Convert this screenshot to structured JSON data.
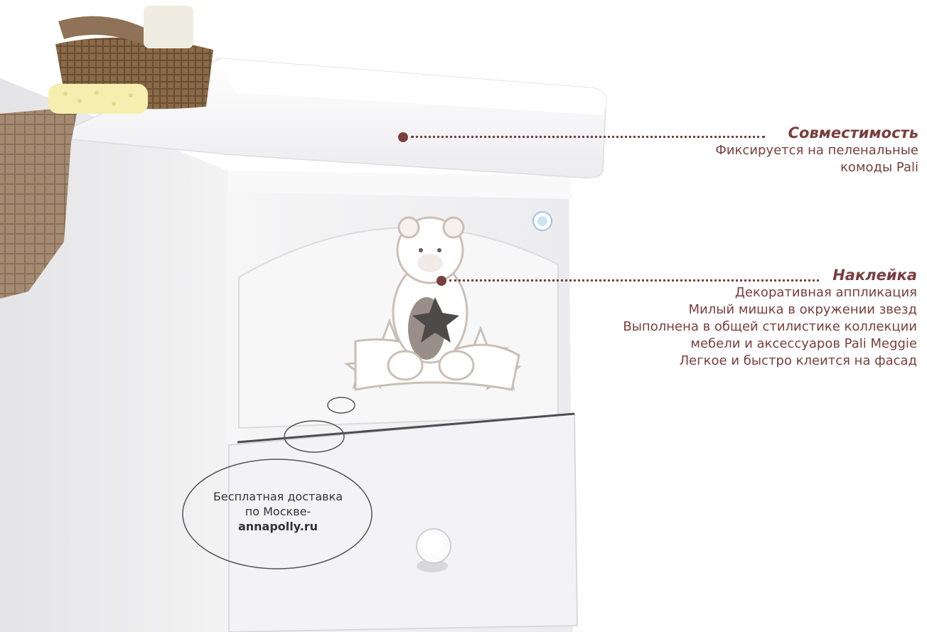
{
  "callouts": {
    "compatibility": {
      "title": "Совместимость",
      "lines": [
        "Фиксируется на пеленальные",
        "комоды Pali"
      ]
    },
    "sticker": {
      "title": "Наклейка",
      "lines": [
        "Декоративная аппликация",
        "Милый мишка в окружении звезд",
        "Выполнена в общей стилистике коллекции",
        "мебели и аксессуаров Pali Meggie",
        "Легкое и быстро клеится на фасад"
      ]
    }
  },
  "bubble": {
    "line1": "Бесплатная доставка",
    "line2": "по Москве-",
    "site": "annapolly.ru"
  },
  "colors": {
    "accent": "#7a3e3e",
    "text": "#333333",
    "furniture": "#f4f4f4"
  }
}
